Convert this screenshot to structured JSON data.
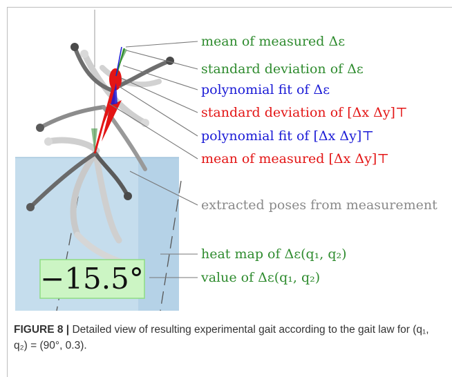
{
  "colors": {
    "green": "#2e8b2e",
    "blue": "#1a1ad6",
    "red": "#e31515",
    "gray": "#8a8a8a",
    "heat_map": "#c5dded",
    "value_box": "#ccf5c4"
  },
  "annotations": [
    {
      "text": "mean of measured Δε",
      "color": "green"
    },
    {
      "text": "standard deviation of Δε",
      "color": "green"
    },
    {
      "text": "polynomial fit of Δε",
      "color": "blue"
    },
    {
      "text": "standard deviation of [Δx Δy]⊤",
      "color": "red"
    },
    {
      "text": "polynomial fit of [Δx Δy]⊤",
      "color": "blue"
    },
    {
      "text": "mean of measured [Δx Δy]⊤",
      "color": "red"
    },
    {
      "text": "extracted poses from measurement",
      "color": "gray"
    },
    {
      "text": "heat map of Δε(q₁, q₂)",
      "color": "green"
    },
    {
      "text": "value of Δε(q₁, q₂)",
      "color": "green"
    }
  ],
  "value_box": {
    "text": "−15.5°"
  },
  "caption": {
    "label": "FIGURE 8 |",
    "text": " Detailed view of resulting experimental gait according to the gait law for (q₁, q₂) = (90°, 0.3)."
  }
}
